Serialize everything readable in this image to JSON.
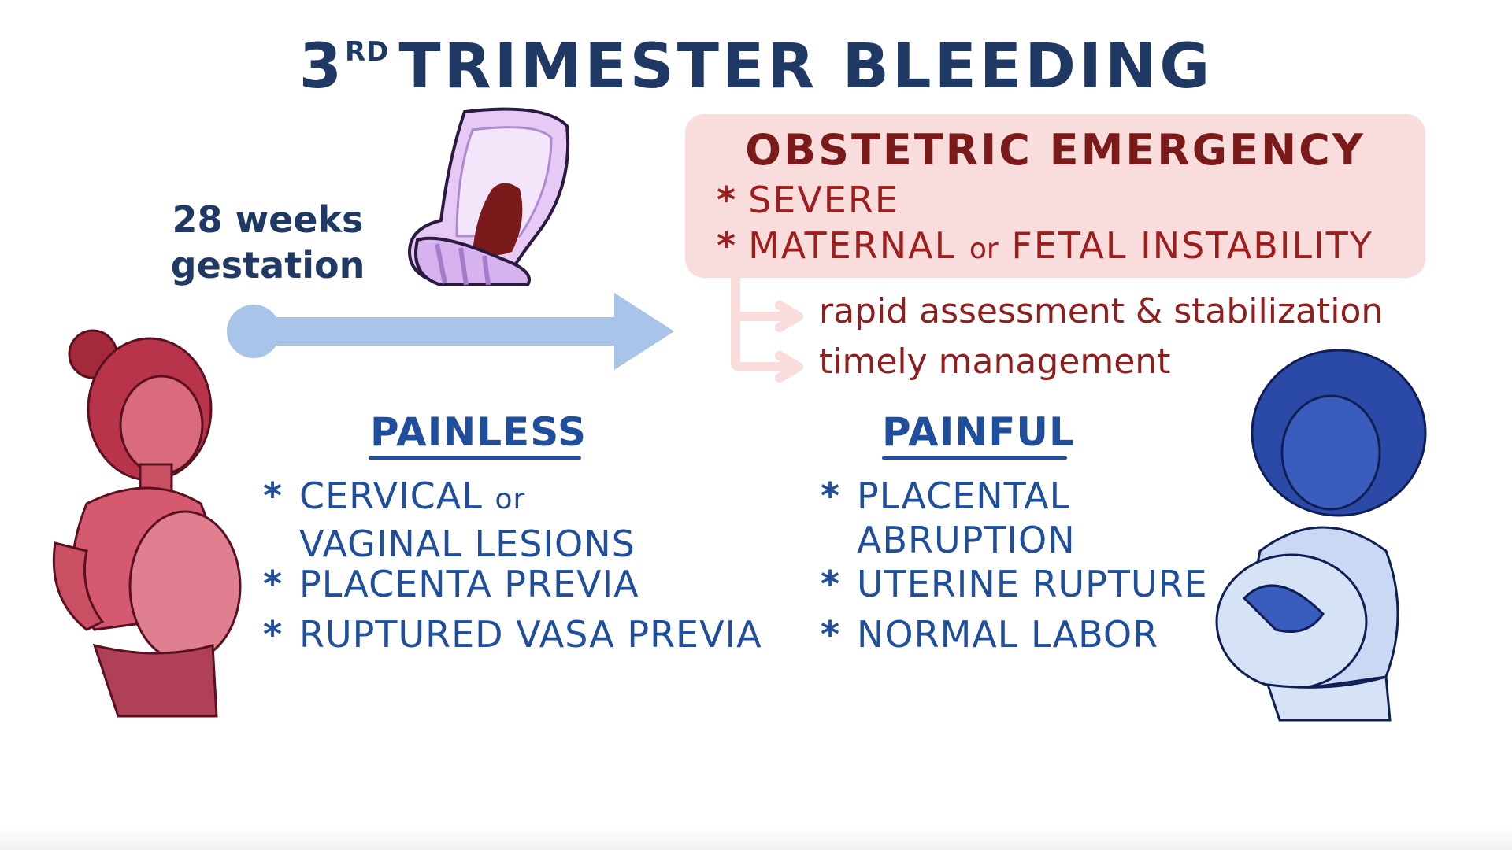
{
  "title": {
    "main": "3",
    "superscript": "RD",
    "rest": "TRIMESTER BLEEDING"
  },
  "gestation": {
    "line1": "28 weeks",
    "line2": "gestation"
  },
  "emergency": {
    "title": "OBSTETRIC EMERGENCY",
    "star": "*",
    "item1": "SEVERE",
    "item2_a": "MATERNAL",
    "item2_or": "or",
    "item2_b": "FETAL INSTABILITY",
    "outcome1": "rapid assessment & stabilization",
    "outcome2": "timely management"
  },
  "painless": {
    "heading": "PAINLESS",
    "items": [
      {
        "line1_a": "CERVICAL",
        "line1_or": "or",
        "line2": "VAGINAL LESIONS"
      },
      {
        "text": "PLACENTA PREVIA"
      },
      {
        "text": "RUPTURED VASA PREVIA"
      }
    ]
  },
  "painful": {
    "heading": "PAINFUL",
    "items": [
      {
        "line1": "PLACENTAL",
        "line2": "ABRUPTION"
      },
      {
        "text": "UTERINE RUPTURE"
      },
      {
        "text": "NORMAL LABOR"
      }
    ]
  },
  "colors": {
    "title": "#1f3864",
    "emergency_box": "#f9dcdc",
    "emergency_text": "#9e1d1d",
    "list_text": "#1f4e9c",
    "arrow": "#a8c4e8",
    "pad": "#e6c9f5",
    "left_woman": "#c0394b",
    "right_woman": "#2b4d9e"
  },
  "icons": [
    "sanitary-pad-icon",
    "timeline-arrow",
    "pregnant-woman-left",
    "pregnant-woman-right"
  ]
}
